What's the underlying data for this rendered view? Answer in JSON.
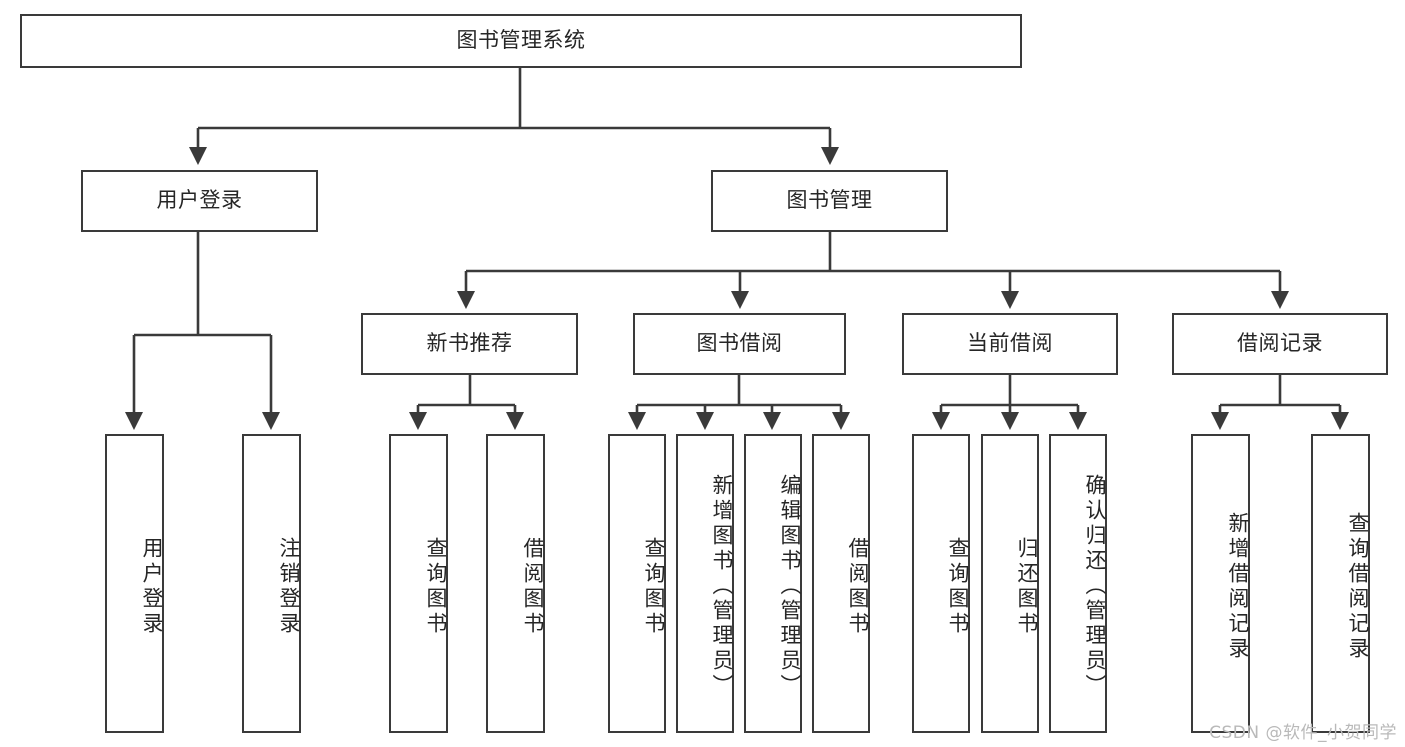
{
  "diagram": {
    "title": "图书管理系统",
    "type": "tree-hierarchy-chart",
    "root": {
      "label": "图书管理系统"
    },
    "level2": [
      {
        "label": "用户登录"
      },
      {
        "label": "图书管理"
      }
    ],
    "level3": [
      {
        "label": "新书推荐"
      },
      {
        "label": "图书借阅"
      },
      {
        "label": "当前借阅"
      },
      {
        "label": "借阅记录"
      }
    ],
    "leaves": {
      "user_login": [
        {
          "label": "用户登录"
        },
        {
          "label": "注销登录"
        }
      ],
      "new_book_recommend": [
        {
          "label": "查询图书"
        },
        {
          "label": "借阅图书"
        }
      ],
      "book_borrow": [
        {
          "label": "查询图书"
        },
        {
          "label": "新增图书（管理员）"
        },
        {
          "label": "编辑图书（管理员）"
        },
        {
          "label": "借阅图书"
        }
      ],
      "current_borrow": [
        {
          "label": "查询图书"
        },
        {
          "label": "归还图书"
        },
        {
          "label": "确认归还（管理员）"
        }
      ],
      "borrow_record": [
        {
          "label": "新增借阅记录"
        },
        {
          "label": "查询借阅记录"
        }
      ]
    }
  },
  "watermark": {
    "text": "CSDN @软件_小贺同学"
  },
  "colors": {
    "border": "#3a3a3a",
    "text": "#262626",
    "background": "#ffffff",
    "watermark": "#b9b9b9"
  }
}
